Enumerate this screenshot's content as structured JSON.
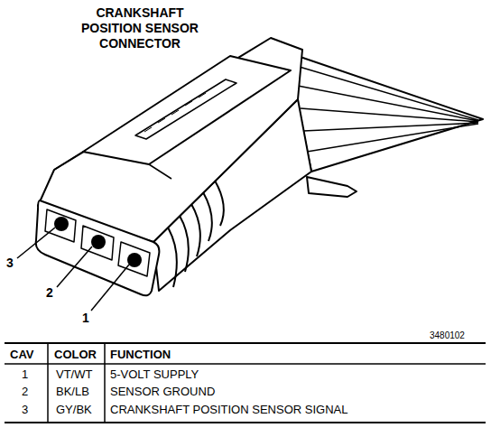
{
  "diagram": {
    "title": "CRANKSHAFT POSITION SENSOR CONNECTOR",
    "labels": [
      "3",
      "2",
      "1",
      "3480102",
      "CAV",
      "COLOR",
      "FUNCTION",
      "1",
      "VT/WT",
      "5-VOLT SUPPLY",
      "2",
      "BK/LB",
      "SENSOR GROUND",
      "3",
      "GY/BK",
      "CRANKSHAFT POSITION SENSOR SIGNAL"
    ]
  }
}
